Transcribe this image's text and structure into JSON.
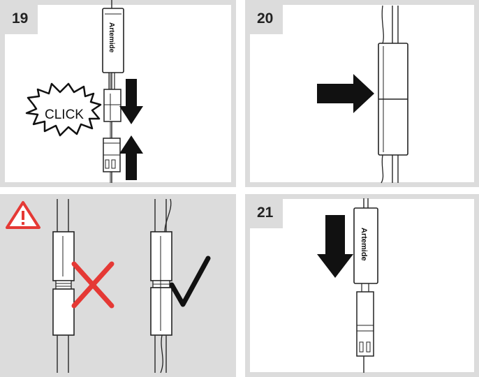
{
  "steps": [
    {
      "number": "19",
      "burst_text": "CLICK",
      "brand": "Artemide"
    },
    {
      "number": "20"
    },
    {
      "warning": true
    },
    {
      "number": "21",
      "brand": "Artemide"
    }
  ],
  "colors": {
    "panel_border": "#dcdcdc",
    "warning_red": "#e53935",
    "arrow": "#111111"
  }
}
